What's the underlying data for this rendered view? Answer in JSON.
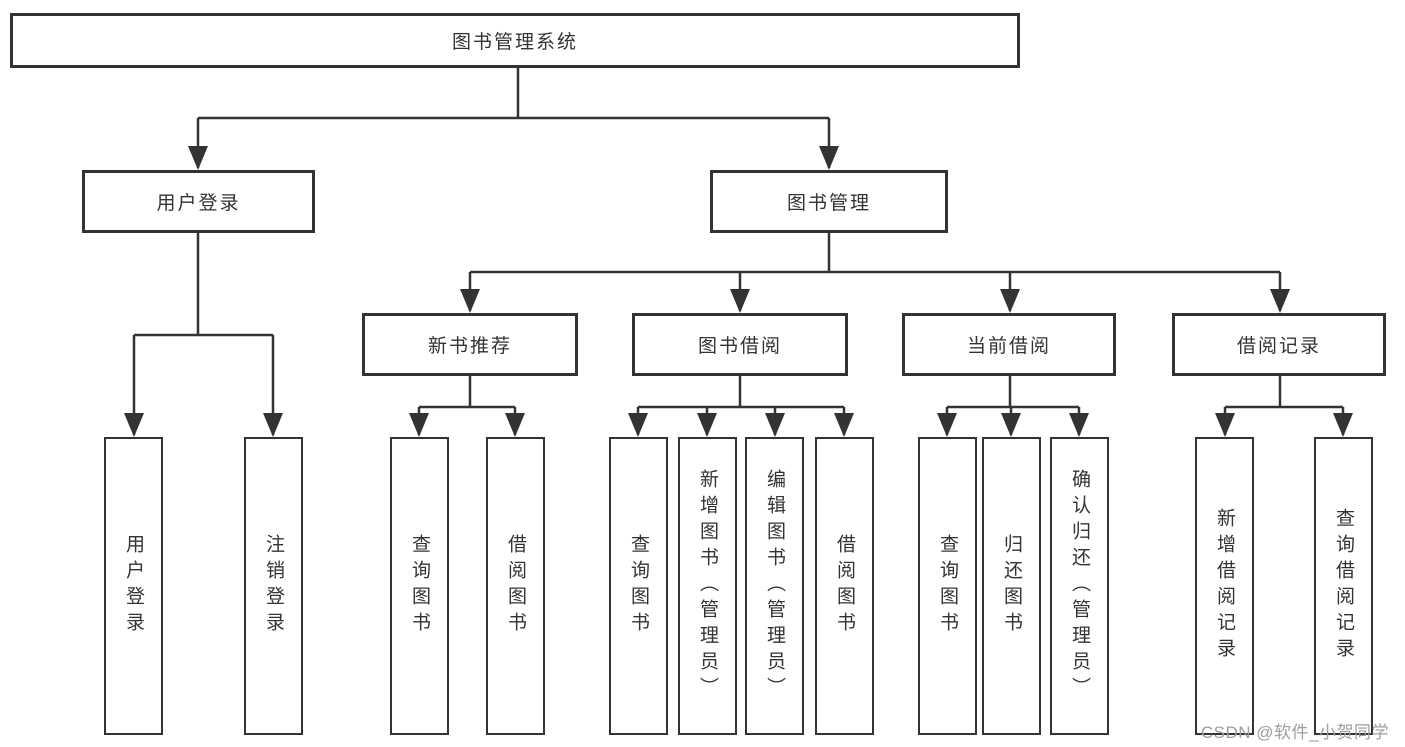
{
  "diagram": {
    "type": "hierarchy-tree",
    "nodes": {
      "root": {
        "label": "图书管理系统"
      },
      "user_login": {
        "label": "用户登录"
      },
      "book_mgmt": {
        "label": "图书管理"
      },
      "new_book_rec": {
        "label": "新书推荐"
      },
      "book_borrow": {
        "label": "图书借阅"
      },
      "current_borrow": {
        "label": "当前借阅"
      },
      "borrow_record": {
        "label": "借阅记录"
      },
      "leaf_user_login": {
        "label": "用户登录"
      },
      "leaf_logout": {
        "label": "注销登录"
      },
      "leaf_rec_query": {
        "label": "查询图书"
      },
      "leaf_rec_borrow": {
        "label": "借阅图书"
      },
      "leaf_bb_query": {
        "label": "查询图书"
      },
      "leaf_bb_add": {
        "label": "新增图书（管理员）"
      },
      "leaf_bb_edit": {
        "label": "编辑图书（管理员）"
      },
      "leaf_bb_borrow": {
        "label": "借阅图书"
      },
      "leaf_cb_query": {
        "label": "查询图书"
      },
      "leaf_cb_return": {
        "label": "归还图书"
      },
      "leaf_cb_confirm": {
        "label": "确认归还（管理员）"
      },
      "leaf_br_add": {
        "label": "新增借阅记录"
      },
      "leaf_br_query": {
        "label": "查询借阅记录"
      }
    },
    "edges": [
      [
        "root",
        "user_login"
      ],
      [
        "root",
        "book_mgmt"
      ],
      [
        "user_login",
        "leaf_user_login"
      ],
      [
        "user_login",
        "leaf_logout"
      ],
      [
        "book_mgmt",
        "new_book_rec"
      ],
      [
        "book_mgmt",
        "book_borrow"
      ],
      [
        "book_mgmt",
        "current_borrow"
      ],
      [
        "book_mgmt",
        "borrow_record"
      ],
      [
        "new_book_rec",
        "leaf_rec_query"
      ],
      [
        "new_book_rec",
        "leaf_rec_borrow"
      ],
      [
        "book_borrow",
        "leaf_bb_query"
      ],
      [
        "book_borrow",
        "leaf_bb_add"
      ],
      [
        "book_borrow",
        "leaf_bb_edit"
      ],
      [
        "book_borrow",
        "leaf_bb_borrow"
      ],
      [
        "current_borrow",
        "leaf_cb_query"
      ],
      [
        "current_borrow",
        "leaf_cb_return"
      ],
      [
        "current_borrow",
        "leaf_cb_confirm"
      ],
      [
        "borrow_record",
        "leaf_br_add"
      ],
      [
        "borrow_record",
        "leaf_br_query"
      ]
    ],
    "colors": {
      "line": "#333333",
      "text": "#333333",
      "box_background": "#ffffff",
      "page_background": "#ffffff",
      "watermark": "#9e9e9e"
    }
  },
  "watermark": {
    "text": "CSDN @软件_小贺同学"
  }
}
